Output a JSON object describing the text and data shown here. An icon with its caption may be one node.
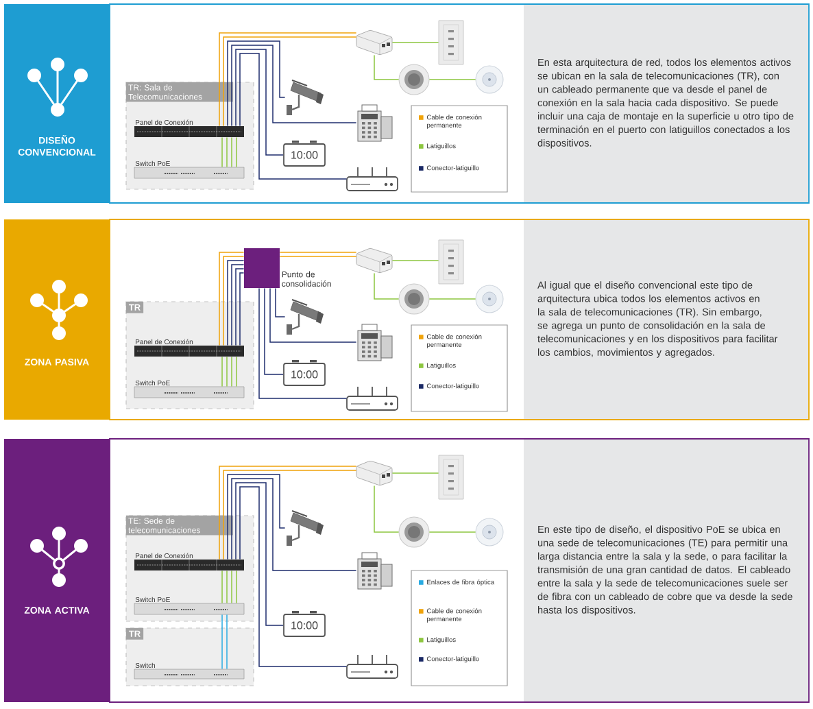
{
  "diagram": {
    "nodes": [
      {
        "text": [
          "DISEÑO CONVENCIONAL"
        ]
      },
      {
        "text": [
          "TR: Sala de Telecomunicaciones"
        ]
      },
      {
        "text": [
          "Panel de Conexión"
        ],
        "in": 1
      },
      {
        "text": [
          "Switch PoE"
        ],
        "in": 1
      },
      {
        "text": [],
        "shape": "picture"
      },
      {
        "text": [],
        "shape": "picture"
      },
      {
        "text": [],
        "shape": "picture"
      },
      {
        "text": [],
        "shape": "picture"
      },
      {
        "text": [],
        "shape": "picture"
      },
      {
        "text": [],
        "shape": "picture"
      },
      {
        "text": [
          "10:00"
        ]
      },
      {
        "text": [],
        "shape": "picture"
      },
      {
        "text": [
          "En esta arquitectura de red, todos los elementos activos se ubican en la sala de telecomunicaciones (TR), con un cableado permanente que va desde el panel de conexión en la sala hacia cada dispositivo. Se puede incluir una caja de montaje en la superficie u otro tipo de terminación en el puerto con latiguillos conectados a los dispositivos."
        ]
      },
      {
        "text": [
          "ZONA PASIVA"
        ]
      },
      {
        "text": [
          "TR"
        ]
      },
      {
        "text": [
          "Panel de Conexión"
        ],
        "in": 14
      },
      {
        "text": [
          "Switch PoE"
        ],
        "in": 14
      },
      {
        "text": [],
        "shape": "box",
        "beside": [
          "Punto de consolidación"
        ]
      },
      {
        "text": [],
        "shape": "picture"
      },
      {
        "text": [],
        "shape": "picture"
      },
      {
        "text": [],
        "shape": "picture"
      },
      {
        "text": [],
        "shape": "picture"
      },
      {
        "text": [],
        "shape": "picture"
      },
      {
        "text": [],
        "shape": "picture"
      },
      {
        "text": [
          "10:00"
        ]
      },
      {
        "text": [],
        "shape": "picture"
      },
      {
        "text": [
          "Al igual que el diseño convencional este tipo de arquitectura ubica todos los elementos activos en la sala de telecomunicaciones (TR). Sin embargo, se agrega un punto de consolidación en la sala de telecomunicaciones y en los dispositivos para facilitar los cambios, movimientos y agregados."
        ]
      },
      {
        "text": [
          "ZONA ACTIVA"
        ]
      },
      {
        "text": [
          "TE: Sede de telecomunicaciones"
        ]
      },
      {
        "text": [
          "Panel de Conexión"
        ],
        "in": 28
      },
      {
        "text": [
          "Switch PoE"
        ],
        "in": 28
      },
      {
        "text": [
          "TR"
        ]
      },
      {
        "text": [
          "Switch"
        ],
        "in": 31
      },
      {
        "text": [],
        "shape": "picture"
      },
      {
        "text": [],
        "shape": "picture"
      },
      {
        "text": [],
        "shape": "picture"
      },
      {
        "text": [],
        "shape": "picture"
      },
      {
        "text": [],
        "shape": "picture"
      },
      {
        "text": [],
        "shape": "picture"
      },
      {
        "text": [
          "10:00"
        ]
      },
      {
        "text": [],
        "shape": "picture"
      },
      {
        "text": [
          "En este tipo de diseño, el dispositivo PoE se ubica en una sede de telecomunicaciones (TE) para permitir una larga distancia entre la sala y la sede, o para facilitar la transmisión de una gran cantidad de datos. El cableado entre la sala y la sede de telecomunicaciones suele ser de fibra con un cableado de cobre que va desde la sede hasta los dispositivos."
        ]
      }
    ],
    "edges": [
      {
        "from": 2,
        "to": 4,
        "arrow": "none",
        "color": "#f0a30a"
      },
      {
        "from": 2,
        "to": 4,
        "arrow": "none",
        "color": "#f0a30a"
      },
      {
        "from": 2,
        "to": 6,
        "arrow": "none",
        "color": "#1f2e6e"
      },
      {
        "from": 2,
        "to": 7,
        "arrow": "none",
        "color": "#1f2e6e"
      },
      {
        "from": 2,
        "to": 10,
        "arrow": "none",
        "color": "#1f2e6e"
      },
      {
        "from": 2,
        "to": 11,
        "arrow": "none",
        "color": "#1f2e6e"
      },
      {
        "from": 2,
        "to": 3,
        "arrow": "none"
      },
      {
        "from": 2,
        "to": 3,
        "arrow": "none"
      },
      {
        "from": 2,
        "to": 3,
        "arrow": "none"
      },
      {
        "from": 2,
        "to": 3,
        "arrow": "none"
      },
      {
        "from": 4,
        "to": 5,
        "arrow": "none"
      },
      {
        "from": 4,
        "to": 8,
        "arrow": "none"
      },
      {
        "from": 8,
        "to": 9,
        "arrow": "none"
      },
      {
        "from": 15,
        "to": 17,
        "arrow": "none",
        "color": "#f0a30a"
      },
      {
        "from": 15,
        "to": 17,
        "arrow": "none",
        "color": "#f0a30a"
      },
      {
        "from": 15,
        "to": 17,
        "arrow": "none",
        "color": "#1f2e6e"
      },
      {
        "from": 15,
        "to": 17,
        "arrow": "none",
        "color": "#1f2e6e"
      },
      {
        "from": 15,
        "to": 17,
        "arrow": "none",
        "color": "#1f2e6e"
      },
      {
        "from": 15,
        "to": 17,
        "arrow": "none",
        "color": "#1f2e6e"
      },
      {
        "from": 15,
        "to": 16,
        "arrow": "none"
      },
      {
        "from": 15,
        "to": 16,
        "arrow": "none"
      },
      {
        "from": 15,
        "to": 16,
        "arrow": "none"
      },
      {
        "from": 15,
        "to": 16,
        "arrow": "none"
      },
      {
        "from": 17,
        "to": 18,
        "arrow": "none",
        "color": "#f0a30a"
      },
      {
        "from": 17,
        "to": 18,
        "arrow": "none",
        "color": "#f0a30a"
      },
      {
        "from": 17,
        "to": 20,
        "arrow": "none",
        "color": "#1f2e6e"
      },
      {
        "from": 17,
        "to": 21,
        "arrow": "none",
        "color": "#1f2e6e"
      },
      {
        "from": 17,
        "to": 24,
        "arrow": "none",
        "color": "#1f2e6e"
      },
      {
        "from": 17,
        "to": 25,
        "arrow": "none",
        "color": "#1f2e6e"
      },
      {
        "from": 18,
        "to": 19,
        "arrow": "none"
      },
      {
        "from": 18,
        "to": 22,
        "arrow": "none"
      },
      {
        "from": 22,
        "to": 23,
        "arrow": "none"
      },
      {
        "from": 29,
        "to": 33,
        "arrow": "none",
        "color": "#f0a30a"
      },
      {
        "from": 29,
        "to": 33,
        "arrow": "none",
        "color": "#f0a30a"
      },
      {
        "from": 29,
        "to": 35,
        "arrow": "none",
        "color": "#1f2e6e"
      },
      {
        "from": 29,
        "to": 36,
        "arrow": "none",
        "color": "#1f2e6e"
      },
      {
        "from": 29,
        "to": 39,
        "arrow": "none",
        "color": "#1f2e6e"
      },
      {
        "from": 29,
        "to": 40,
        "arrow": "none",
        "color": "#1f2e6e"
      },
      {
        "from": 29,
        "to": 30,
        "arrow": "none"
      },
      {
        "from": 29,
        "to": 30,
        "arrow": "none"
      },
      {
        "from": 29,
        "to": 30,
        "arrow": "none"
      },
      {
        "from": 29,
        "to": 30,
        "arrow": "none"
      },
      {
        "from": 30,
        "to": 32,
        "arrow": "none",
        "color": "#29abe2"
      },
      {
        "from": 30,
        "to": 32,
        "arrow": "none",
        "color": "#29abe2"
      },
      {
        "from": 33,
        "to": 34,
        "arrow": "none"
      },
      {
        "from": 33,
        "to": 37,
        "arrow": "none"
      },
      {
        "from": 37,
        "to": 38,
        "arrow": "none"
      }
    ],
    "legend": [
      {
        "text": "Cable de conexión permanente",
        "color": "#f0a30a"
      },
      {
        "text": "Latiguillos",
        "color": "#8dc63f"
      },
      {
        "text": "Conector-latiguillo",
        "color": "#1b2a66"
      },
      {
        "text": "Cable de conexión permanente",
        "color": "#f0a30a"
      },
      {
        "text": "Latiguillos",
        "color": "#8dc63f"
      },
      {
        "text": "Conector-latiguillo",
        "color": "#1b2a66"
      },
      {
        "text": "Enlaces de fibra óptica",
        "color": "#29abe2"
      },
      {
        "text": "Cable de conexión permanente",
        "color": "#f0a30a"
      },
      {
        "text": "Latiguillos",
        "color": "#8dc63f"
      },
      {
        "text": "Conector-latiguillo",
        "color": "#1b2a66"
      }
    ]
  }
}
